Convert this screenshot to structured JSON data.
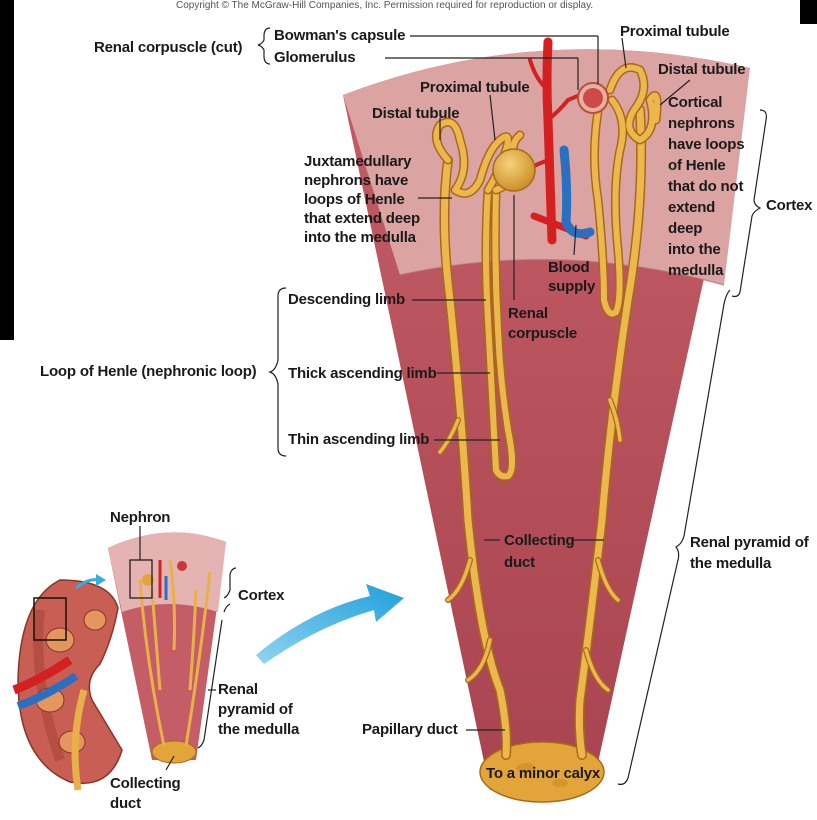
{
  "copyright": "Copyright © The McGraw-Hill Companies, Inc. Permission required for reproduction or display.",
  "labels": {
    "renal_corpuscle_cut": "Renal corpuscle (cut)",
    "bowmans_capsule": "Bowman's capsule",
    "glomerulus": "Glomerulus",
    "proximal_tubule_top": "Proximal tubule",
    "distal_tubule_right": "Distal tubule",
    "cortical_nephrons": [
      "Cortical",
      "nephrons",
      "have loops",
      "of Henle",
      "that do not",
      "extend",
      "deep",
      "into the",
      "medulla"
    ],
    "cortex_main": "Cortex",
    "proximal_tubule_mid": "Proximal tubule",
    "distal_tubule_left": "Distal tubule",
    "juxtamedullary": [
      "Juxtamedullary",
      "nephrons have",
      "loops of Henle",
      "that extend deep",
      "into the medulla"
    ],
    "blood_supply": [
      "Blood",
      "supply"
    ],
    "renal_corpuscle": [
      "Renal",
      "corpuscle"
    ],
    "loop_of_henle": "Loop of Henle (nephronic loop)",
    "descending_limb": "Descending limb",
    "thick_ascending_limb": "Thick ascending limb",
    "thin_ascending_limb": "Thin ascending limb",
    "collecting_duct_main": [
      "Collecting",
      "duct"
    ],
    "renal_pyramid_main": [
      "Renal pyramid of",
      "the medulla"
    ],
    "papillary_duct": "Papillary duct",
    "to_minor_calyx": "To a minor calyx",
    "nephron": "Nephron",
    "cortex_small": "Cortex",
    "renal_pyramid_small": [
      "Renal",
      "pyramid of",
      "the medulla"
    ],
    "collecting_duct_small": [
      "Collecting",
      "duct"
    ]
  },
  "colors": {
    "cortex": "#dca3a3",
    "medulla": "#b4505a",
    "tubule": "#e8b04a",
    "tubule_outline": "#a86a18",
    "artery": "#d42020",
    "vein": "#2a6fc0",
    "arrow": "#34aee0"
  }
}
